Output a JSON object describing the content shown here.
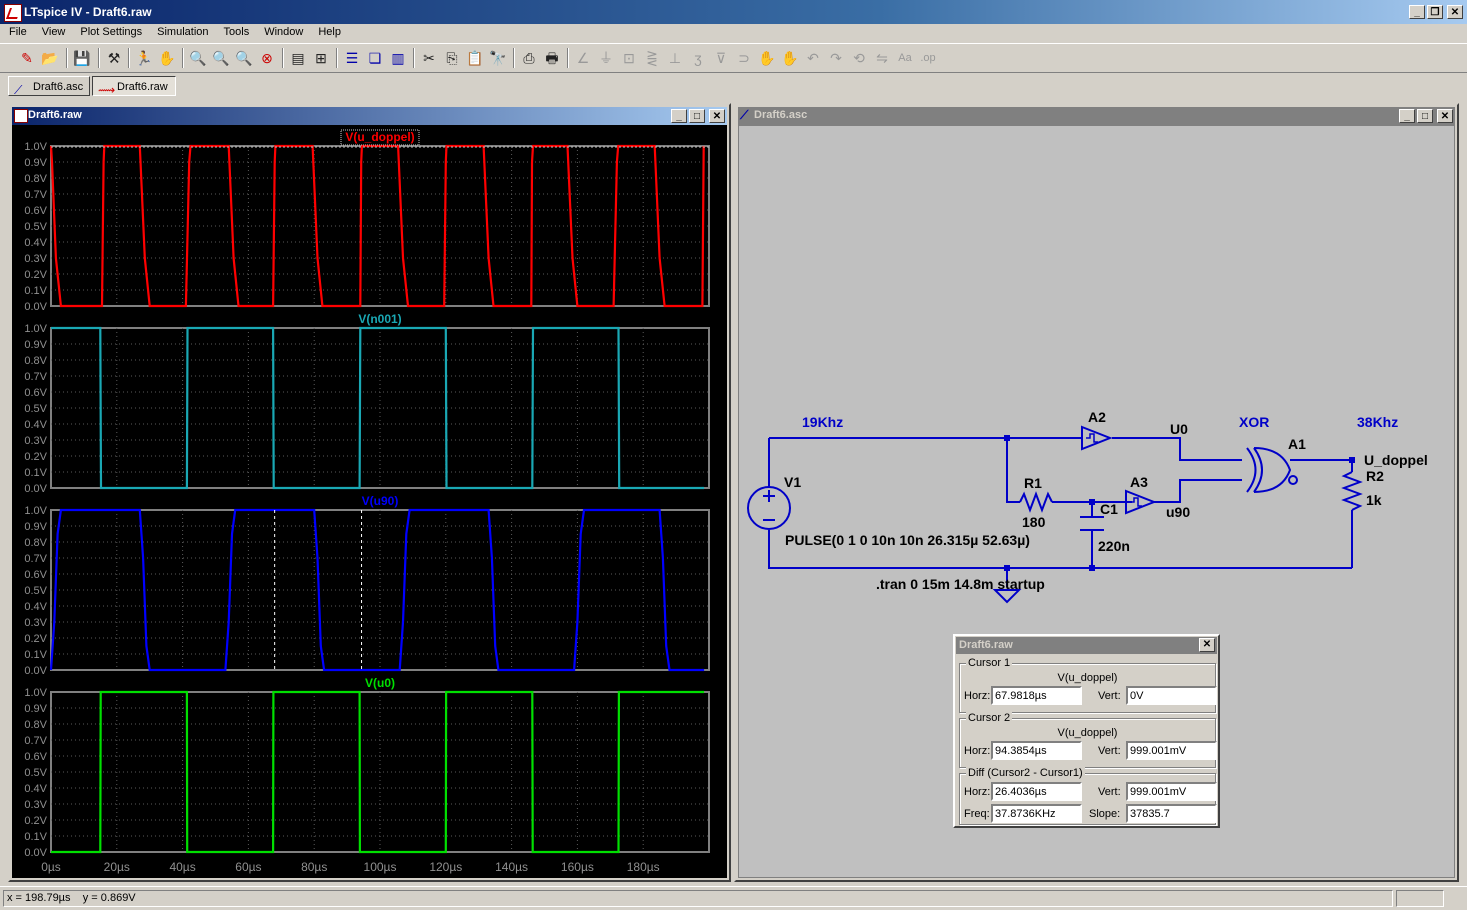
{
  "app": {
    "title": "LTspice IV - Draft6.raw"
  },
  "menu": [
    "File",
    "View",
    "Plot Settings",
    "Simulation",
    "Tools",
    "Window",
    "Help"
  ],
  "toolbar_icons": [
    "new-schematic-icon",
    "open-icon",
    "save-icon",
    "control-panel-icon",
    "run-icon",
    "halt-icon",
    "zoom-in-icon",
    "zoom-out-icon",
    "zoom-fit-icon",
    "zoom-cancel-icon",
    "autorange-icon",
    "pick-visible-traces-icon",
    "tile-horizontal-icon",
    "cascade-icon",
    "tile-vertical-icon",
    "cut-icon",
    "copy-icon",
    "paste-icon",
    "find-icon",
    "print-setup-icon",
    "print-icon",
    "wire-icon",
    "ground-icon",
    "label-net-icon",
    "resistor-icon",
    "capacitor-icon",
    "inductor-icon",
    "diode-icon",
    "component-icon",
    "move-icon",
    "drag-icon",
    "undo-icon",
    "redo-icon",
    "rotate-icon",
    "mirror-icon",
    "text-icon",
    "spice-directive-icon"
  ],
  "tabs": [
    {
      "label": "Draft6.asc",
      "icon": "schematic-icon"
    },
    {
      "label": "Draft6.raw",
      "icon": "waveform-icon"
    }
  ],
  "plot_window": {
    "title": "Draft6.raw"
  },
  "schematic_window": {
    "title": "Draft6.asc"
  },
  "chart_data": [
    {
      "type": "line",
      "title": "V(u_doppel)",
      "color": "#ff0000",
      "ylim": [
        0,
        1
      ],
      "xlim": [
        0,
        200
      ],
      "ytick_labels": [
        "1.0V",
        "0.9V",
        "0.8V",
        "0.7V",
        "0.6V",
        "0.5V",
        "0.4V",
        "0.3V",
        "0.2V",
        "0.1V",
        "0.0V"
      ],
      "x": [
        0,
        0.3,
        1.5,
        3,
        10,
        15.5,
        16,
        16.2,
        18.5,
        27,
        28.5,
        30,
        41,
        42,
        42.4,
        44.7,
        54,
        55.5,
        57,
        67.5,
        68,
        68.2,
        70.5,
        79.5,
        81,
        82.5,
        94,
        94.3,
        94.5,
        96.8,
        105.5,
        107,
        108.5,
        119.5,
        120,
        120.2,
        122.5,
        131.5,
        133,
        134.5,
        146,
        146.2,
        146.5,
        148.8,
        157,
        158.5,
        160,
        171,
        172,
        172.4,
        174.7,
        183.5,
        185,
        186.5,
        198,
        198.4
      ],
      "y": [
        1,
        0.9,
        0.3,
        0,
        0,
        0,
        0.9,
        1,
        1,
        1,
        0.3,
        0,
        0,
        0.9,
        1,
        1,
        1,
        0.3,
        0,
        0,
        0.9,
        1,
        1,
        1,
        0.3,
        0,
        0,
        0.9,
        1,
        1,
        1,
        0.3,
        0,
        0,
        0.9,
        1,
        1,
        1,
        0.3,
        0,
        0,
        0.9,
        1,
        1,
        1,
        0.3,
        0,
        0,
        0.9,
        1,
        1,
        1,
        0.3,
        0,
        0,
        1
      ]
    },
    {
      "type": "line",
      "title": "V(n001)",
      "color": "#1aa8b4",
      "ylim": [
        0,
        1
      ],
      "xlim": [
        0,
        200
      ],
      "ytick_labels": [
        "1.0V",
        "0.9V",
        "0.8V",
        "0.7V",
        "0.6V",
        "0.5V",
        "0.4V",
        "0.3V",
        "0.2V",
        "0.1V",
        "0.0V"
      ],
      "x": [
        0,
        15,
        15.2,
        41.3,
        41.5,
        67.5,
        67.7,
        93.8,
        94,
        120,
        120.2,
        146.3,
        146.5,
        172.5,
        172.7,
        198.5
      ],
      "y": [
        1,
        1,
        0,
        0,
        1,
        1,
        0,
        0,
        1,
        1,
        0,
        0,
        1,
        1,
        0,
        0
      ]
    },
    {
      "type": "line",
      "title": "V(u90)",
      "color": "#0000ff",
      "ylim": [
        0,
        1
      ],
      "xlim": [
        0,
        200
      ],
      "ytick_labels": [
        "1.0V",
        "0.9V",
        "0.8V",
        "0.7V",
        "0.6V",
        "0.5V",
        "0.4V",
        "0.3V",
        "0.2V",
        "0.1V",
        "0.0V"
      ],
      "x": [
        0,
        1,
        2,
        3,
        27,
        28,
        29,
        30,
        53,
        54,
        55,
        56,
        80,
        81,
        82,
        83,
        106,
        107,
        108,
        109,
        133,
        134,
        135,
        136,
        159,
        160,
        161,
        162,
        185,
        186,
        187,
        188,
        198.5
      ],
      "y": [
        0,
        0.3,
        0.85,
        1,
        1,
        0.7,
        0.15,
        0,
        0,
        0.3,
        0.85,
        1,
        1,
        0.7,
        0.15,
        0,
        0,
        0.3,
        0.85,
        1,
        1,
        0.7,
        0.15,
        0,
        0,
        0.3,
        0.85,
        1,
        1,
        0.7,
        0.15,
        0,
        0
      ]
    },
    {
      "type": "line",
      "title": "V(u0)",
      "color": "#00e000",
      "ylim": [
        0,
        1
      ],
      "xlim": [
        0,
        200
      ],
      "ytick_labels": [
        "1.0V",
        "0.9V",
        "0.8V",
        "0.7V",
        "0.6V",
        "0.5V",
        "0.4V",
        "0.3V",
        "0.2V",
        "0.1V",
        "0.0V"
      ],
      "xtick_labels": [
        "0µs",
        "20µs",
        "40µs",
        "60µs",
        "80µs",
        "100µs",
        "120µs",
        "140µs",
        "160µs",
        "180µs"
      ],
      "x": [
        0,
        15,
        15.1,
        41.3,
        41.4,
        67.5,
        67.6,
        93.8,
        93.9,
        120,
        120.1,
        146.3,
        146.4,
        172.5,
        172.6,
        198.5
      ],
      "y": [
        0,
        0,
        1,
        1,
        0,
        0,
        1,
        1,
        0,
        0,
        1,
        1,
        0,
        0,
        1,
        1
      ]
    }
  ],
  "cursors": {
    "cursor1_x": 67.98,
    "cursor2_x": 94.39
  },
  "schematic": {
    "labels": {
      "freq_in": "19Khz",
      "a2": "A2",
      "u0": "U0",
      "xor": "XOR",
      "freq_out": "38Khz",
      "a1": "A1",
      "u_doppel": "U_doppel",
      "r2": "R2",
      "r2_val": "1k",
      "v1": "V1",
      "r1": "R1",
      "r1_val": "180",
      "a3": "A3",
      "c1": "C1",
      "u90": "u90",
      "c1_val": "220n",
      "pulse": "PULSE(0 1 0 10n 10n 26.315µ 52.63µ)",
      "tran": ".tran 0 15m 14.8m startup"
    }
  },
  "cursor_dialog": {
    "title": "Draft6.raw",
    "cursor1": {
      "label": "Cursor 1",
      "trace": "V(u_doppel)",
      "horz_label": "Horz:",
      "horz": "67.9818µs",
      "vert_label": "Vert:",
      "vert": "0V"
    },
    "cursor2": {
      "label": "Cursor 2",
      "trace": "V(u_doppel)",
      "horz_label": "Horz:",
      "horz": "94.3854µs",
      "vert_label": "Vert:",
      "vert": "999.001mV"
    },
    "diff": {
      "label": "Diff (Cursor2 - Cursor1)",
      "horz_label": "Horz:",
      "horz": "26.4036µs",
      "vert_label": "Vert:",
      "vert": "999.001mV",
      "freq_label": "Freq:",
      "freq": "37.8736KHz",
      "slope_label": "Slope:",
      "slope": "37835.7"
    }
  },
  "status": {
    "text": "x = 198.79µs    y = 0.869V"
  }
}
